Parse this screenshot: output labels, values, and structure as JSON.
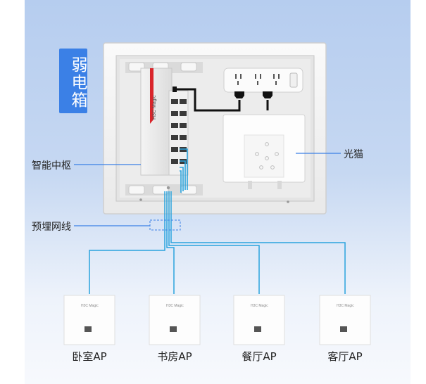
{
  "box_title": "弱电箱",
  "callouts": {
    "hub": "智能中枢",
    "modem": "光猫",
    "cable": "预埋网线"
  },
  "device_brand": "H3C Magic",
  "access_points": [
    {
      "label": "卧室AP"
    },
    {
      "label": "书房AP"
    },
    {
      "label": "餐厅AP"
    },
    {
      "label": "客厅AP"
    }
  ],
  "colors": {
    "accent_blue": "#3b80e6",
    "cable_blue": "#2aa3dd",
    "brand_red": "#d9252b"
  }
}
